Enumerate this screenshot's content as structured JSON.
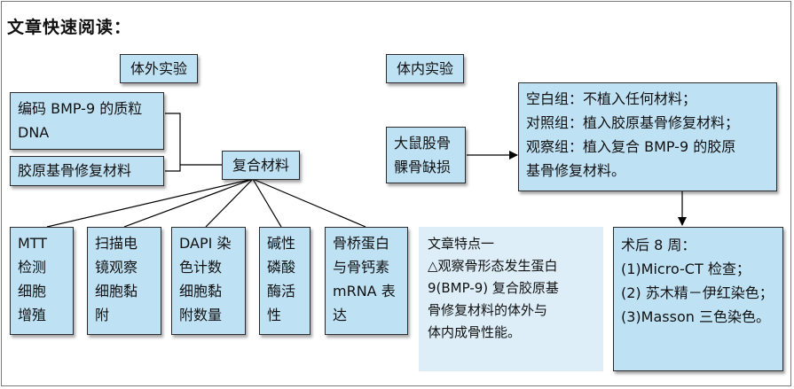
{
  "heading": "文章快速阅读：",
  "section_labels": {
    "in_vitro": "体外实验",
    "in_vivo": "体内实验"
  },
  "in_vitro": {
    "plasmid": [
      "编码 BMP-9 的质粒",
      "DNA"
    ],
    "scaffold": "胶原基骨修复材料",
    "composite": "复合材料",
    "tests": [
      [
        "MTT",
        "检测",
        "细胞",
        "增殖"
      ],
      [
        "扫描电",
        "镜观察",
        "细胞黏",
        "附"
      ],
      [
        "DAPI 染",
        "色计数",
        "细胞黏",
        "附数量"
      ],
      [
        "碱性",
        "磷酸",
        "酶活",
        "性"
      ],
      [
        "骨桥蛋白",
        "与骨钙素",
        "mRNA 表",
        "达"
      ]
    ]
  },
  "in_vivo": {
    "model": [
      "大鼠股骨",
      "髁骨缺损"
    ],
    "groups": [
      "空白组：不植入任何材料；",
      "对照组：植入胶原基骨修复材料；",
      "观察组：植入复合 BMP-9 的胶原",
      "基骨修复材料。"
    ],
    "postop": [
      "术后 8 周：",
      "(1)Micro-CT 检查；",
      "(2) 苏木精－伊红染色；",
      "(3)Masson 三色染色。"
    ]
  },
  "features": {
    "title": "文章特点一",
    "lines": [
      "△观察骨形态发生蛋白",
      "9(BMP-9) 复合胶原基",
      "骨修复材料的体外与",
      "体内成骨性能。"
    ]
  }
}
